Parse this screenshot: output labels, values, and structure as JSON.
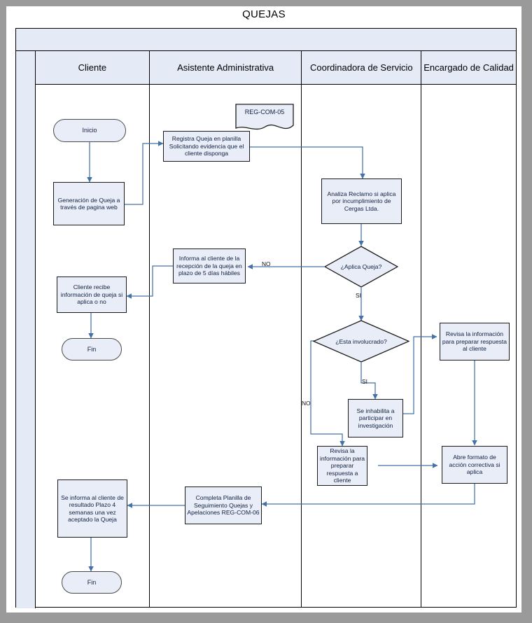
{
  "page": {
    "title": "QUEJAS",
    "background_color": "#9a9a9a",
    "frame_color": "#ffffff",
    "lane_header_fill": "#e5ebf6",
    "node_fill": "#e8edf8",
    "node_border": "#1a1a1a",
    "connector_color": "#4472a8"
  },
  "lanes": {
    "headers": [
      {
        "label": "Cliente"
      },
      {
        "label": "Asistente Administrativa"
      },
      {
        "label": "Coordinadora de Servicio"
      },
      {
        "label": "Encargado de Calidad"
      }
    ]
  },
  "chart_data": {
    "type": "flowchart",
    "title": "QUEJAS",
    "lanes": [
      "Cliente",
      "Asistente Administrativa",
      "Coordinadora de Servicio",
      "Encargado de Calidad"
    ],
    "nodes": [
      {
        "id": "inicio",
        "lane": "Cliente",
        "shape": "terminator",
        "label": "Inicio"
      },
      {
        "id": "gen_queja",
        "lane": "Cliente",
        "shape": "process",
        "label": "Generación de Queja a través de pagina web"
      },
      {
        "id": "registra",
        "lane": "Asistente Administrativa",
        "shape": "process",
        "label": "Registra Queja en planilla Solicitando evidencia que el cliente disponga"
      },
      {
        "id": "reg_com_05",
        "lane": "Asistente Administrativa",
        "shape": "document",
        "label": "REG-COM-05"
      },
      {
        "id": "analiza",
        "lane": "Coordinadora de Servicio",
        "shape": "process",
        "label": "Analiza Reclamo si aplica por incumplimiento de Cergas Ltda."
      },
      {
        "id": "aplica_queja",
        "lane": "Coordinadora de Servicio",
        "shape": "decision",
        "label": "¿Aplica Queja?"
      },
      {
        "id": "informa_rec",
        "lane": "Asistente Administrativa",
        "shape": "process",
        "label": "Informa al cliente de la recepción de la queja en plazo de 5 días hábiles"
      },
      {
        "id": "cliente_rec",
        "lane": "Cliente",
        "shape": "process",
        "label": "Cliente recibe información de queja si aplica o no"
      },
      {
        "id": "fin1",
        "lane": "Cliente",
        "shape": "terminator",
        "label": "Fin"
      },
      {
        "id": "involucrado",
        "lane": "Coordinadora de Servicio",
        "shape": "decision",
        "label": "¿Esta involucrado?"
      },
      {
        "id": "inhabilita",
        "lane": "Coordinadora de Servicio",
        "shape": "process",
        "label": "Se inhabilita a participar en investigación"
      },
      {
        "id": "revisa_cs",
        "lane": "Coordinadora de Servicio",
        "shape": "process",
        "label": "Revisa la información para preparar respuesta a cliente"
      },
      {
        "id": "revisa_ec",
        "lane": "Encargado de Calidad",
        "shape": "process",
        "label": "Revisa la información para preparar respuesta al cliente"
      },
      {
        "id": "abre_formato",
        "lane": "Encargado de Calidad",
        "shape": "process",
        "label": "Abre formato de acción correctiva si aplica"
      },
      {
        "id": "completa",
        "lane": "Asistente Administrativa",
        "shape": "process",
        "label": "Completa Planilla de Seguimiento Quejas y Apelaciones REG-COM-06"
      },
      {
        "id": "se_informa",
        "lane": "Cliente",
        "shape": "process",
        "label": "Se informa al cliente de resultado Plazo 4 semanas una vez aceptado la Queja"
      },
      {
        "id": "fin2",
        "lane": "Cliente",
        "shape": "terminator",
        "label": "Fin"
      }
    ],
    "edges": [
      {
        "from": "inicio",
        "to": "gen_queja",
        "label": ""
      },
      {
        "from": "gen_queja",
        "to": "registra",
        "label": ""
      },
      {
        "from": "registra",
        "to": "analiza",
        "label": ""
      },
      {
        "from": "analiza",
        "to": "aplica_queja",
        "label": ""
      },
      {
        "from": "aplica_queja",
        "to": "informa_rec",
        "label": "NO"
      },
      {
        "from": "aplica_queja",
        "to": "involucrado",
        "label": "SI"
      },
      {
        "from": "informa_rec",
        "to": "cliente_rec",
        "label": ""
      },
      {
        "from": "cliente_rec",
        "to": "fin1",
        "label": ""
      },
      {
        "from": "involucrado",
        "to": "inhabilita",
        "label": "SI"
      },
      {
        "from": "involucrado",
        "to": "revisa_cs",
        "label": "NO"
      },
      {
        "from": "inhabilita",
        "to": "revisa_ec",
        "label": ""
      },
      {
        "from": "revisa_ec",
        "to": "abre_formato",
        "label": ""
      },
      {
        "from": "revisa_cs",
        "to": "abre_formato",
        "label": ""
      },
      {
        "from": "abre_formato",
        "to": "completa",
        "label": ""
      },
      {
        "from": "completa",
        "to": "se_informa",
        "label": ""
      },
      {
        "from": "se_informa",
        "to": "fin2",
        "label": ""
      }
    ]
  },
  "nodes": {
    "inicio": {
      "label": "Inicio"
    },
    "gen_queja": {
      "label": "Generación de Queja a través de pagina web"
    },
    "registra": {
      "label": "Registra Queja en planilla Solicitando evidencia que el cliente disponga"
    },
    "reg_com_05": {
      "label": "REG-COM-05"
    },
    "analiza": {
      "label": "Analiza Reclamo si aplica por incumplimiento de Cergas Ltda."
    },
    "aplica_queja": {
      "label": "¿Aplica Queja?"
    },
    "informa_rec": {
      "label": "Informa al cliente de la recepción de la queja en plazo de 5 días hábiles"
    },
    "cliente_rec": {
      "label": "Cliente recibe información de queja si aplica o no"
    },
    "fin1": {
      "label": "Fin"
    },
    "involucrado": {
      "label": "¿Esta involucrado?"
    },
    "inhabilita": {
      "label": "Se inhabilita a participar en investigación"
    },
    "revisa_cs": {
      "label": "Revisa la información para preparar respuesta a cliente"
    },
    "revisa_ec": {
      "label": "Revisa la información para preparar respuesta al cliente"
    },
    "abre_formato": {
      "label": "Abre formato de acción correctiva si aplica"
    },
    "completa": {
      "label": "Completa Planilla de Seguimiento Quejas y Apelaciones REG-COM-06"
    },
    "se_informa": {
      "label": "Se informa al cliente de resultado Plazo 4 semanas una vez aceptado la Queja"
    },
    "fin2": {
      "label": "Fin"
    }
  },
  "edge_labels": {
    "no_aplica": "NO",
    "si_aplica": "SI",
    "si_involucrado": "SI",
    "no_involucrado": "NO"
  }
}
